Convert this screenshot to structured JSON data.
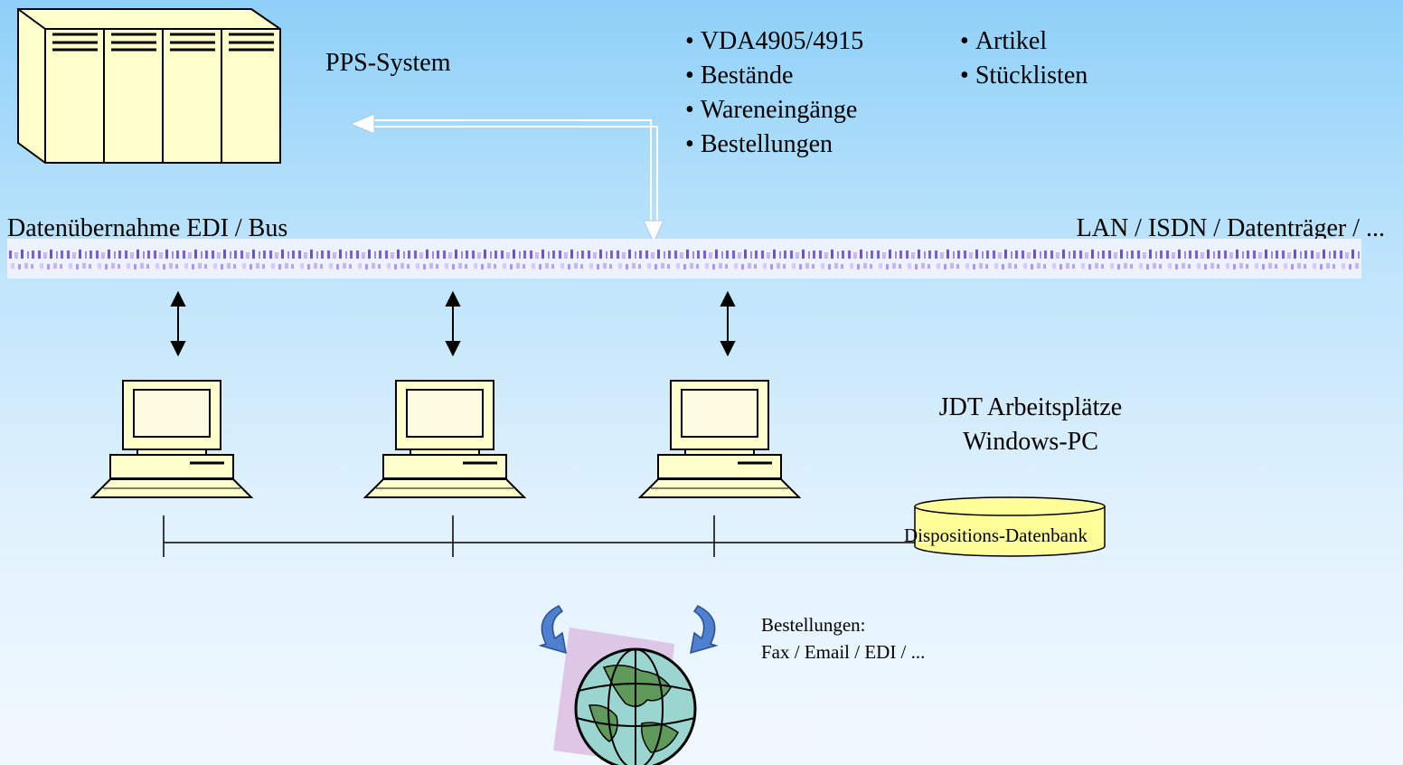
{
  "diagram": {
    "pps_label": "PPS-System",
    "data_bullets_left": [
      "VDA4905/4915",
      "Bestände",
      "Wareneingänge",
      "Bestellungen"
    ],
    "data_bullets_right": [
      "Artikel",
      "Stücklisten"
    ],
    "bus_label_left": "Datenübernahme EDI / Bus",
    "bus_label_right": "LAN / ISDN / Datenträger / ...",
    "workstations_title": "JDT Arbeitsplätze",
    "workstations_subtitle": "Windows-PC",
    "database_label": "Dispositions-Datenbank",
    "orders_title": "Bestellungen:",
    "orders_channels": "Fax / Email / EDI / ...",
    "colors": {
      "device_fill": "#ffffcc",
      "database_fill": "#ffff99",
      "bus_pattern": "#7a5fe0",
      "curl_arrow": "#4f7fcf",
      "globe_ocean": "#9bd5d0",
      "globe_land": "#5f9a5a"
    }
  }
}
